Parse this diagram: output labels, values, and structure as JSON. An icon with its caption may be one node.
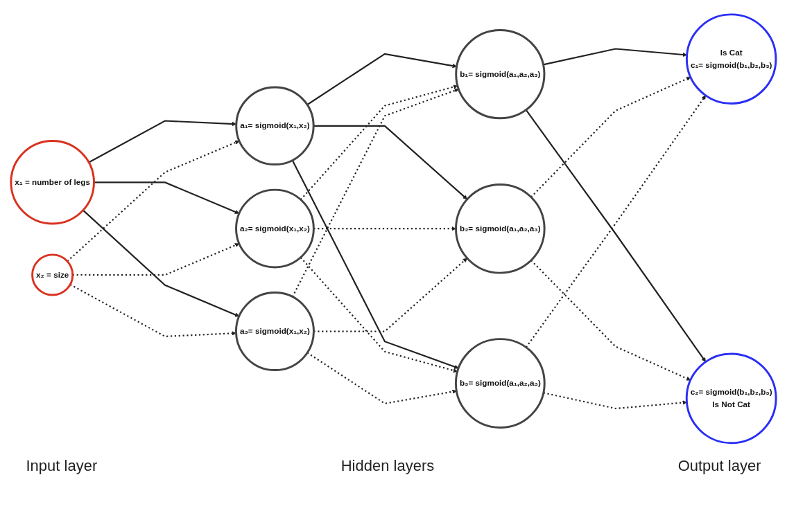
{
  "diagram": {
    "nodes": [
      {
        "text": [
          "x₁ = number of legs"
        ]
      },
      {
        "text": [
          "x₂ = size"
        ]
      },
      {
        "text": [
          "a₁= sigmoid(x₁,x₂)"
        ]
      },
      {
        "text": [
          "a₂= sigmoid(x₁,x₂)"
        ]
      },
      {
        "text": [
          "a₃= sigmoid(x₁,x₂)"
        ]
      },
      {
        "text": [
          "b₁= sigmoid(a₁,a₂,a₃)"
        ]
      },
      {
        "text": [
          "b₂= sigmoid(a₁,a₂,a₃)"
        ]
      },
      {
        "text": [
          "b₃= sigmoid(a₁,a₂,a₃)"
        ]
      },
      {
        "text": [
          "Is Cat",
          "c₁= sigmoid(b₁,b₂,b₃)"
        ]
      },
      {
        "text": [
          "c₂= sigmoid(b₁,b₂,b₃)",
          "Is Not Cat"
        ]
      }
    ],
    "edges": [
      {
        "from": 0,
        "to": 2,
        "arrow": "to"
      },
      {
        "from": 0,
        "to": 3,
        "arrow": "to"
      },
      {
        "from": 0,
        "to": 4,
        "arrow": "to"
      },
      {
        "from": 1,
        "to": 2,
        "arrow": "to",
        "style": "dashed"
      },
      {
        "from": 1,
        "to": 3,
        "arrow": "to",
        "style": "dashed"
      },
      {
        "from": 1,
        "to": 4,
        "arrow": "to",
        "style": "dashed"
      },
      {
        "from": 2,
        "to": 5,
        "arrow": "to"
      },
      {
        "from": 2,
        "to": 6,
        "arrow": "to"
      },
      {
        "from": 2,
        "to": 7,
        "arrow": "to"
      },
      {
        "from": 3,
        "to": 5,
        "arrow": "to",
        "style": "dashed"
      },
      {
        "from": 3,
        "to": 6,
        "arrow": "to",
        "style": "dashed"
      },
      {
        "from": 3,
        "to": 7,
        "arrow": "to",
        "style": "dashed"
      },
      {
        "from": 4,
        "to": 5,
        "arrow": "to",
        "style": "dashed"
      },
      {
        "from": 4,
        "to": 6,
        "arrow": "to",
        "style": "dashed"
      },
      {
        "from": 4,
        "to": 7,
        "arrow": "to",
        "style": "dashed"
      },
      {
        "from": 5,
        "to": 8,
        "arrow": "to"
      },
      {
        "from": 5,
        "to": 9,
        "arrow": "to"
      },
      {
        "from": 6,
        "to": 8,
        "arrow": "to",
        "style": "dashed"
      },
      {
        "from": 6,
        "to": 9,
        "arrow": "to",
        "style": "dashed"
      },
      {
        "from": 7,
        "to": 8,
        "arrow": "to",
        "style": "dashed"
      },
      {
        "from": 7,
        "to": 9,
        "arrow": "to",
        "style": "dashed"
      }
    ],
    "labels": [
      "Input layer",
      "Hidden layers",
      "Output layer"
    ]
  }
}
